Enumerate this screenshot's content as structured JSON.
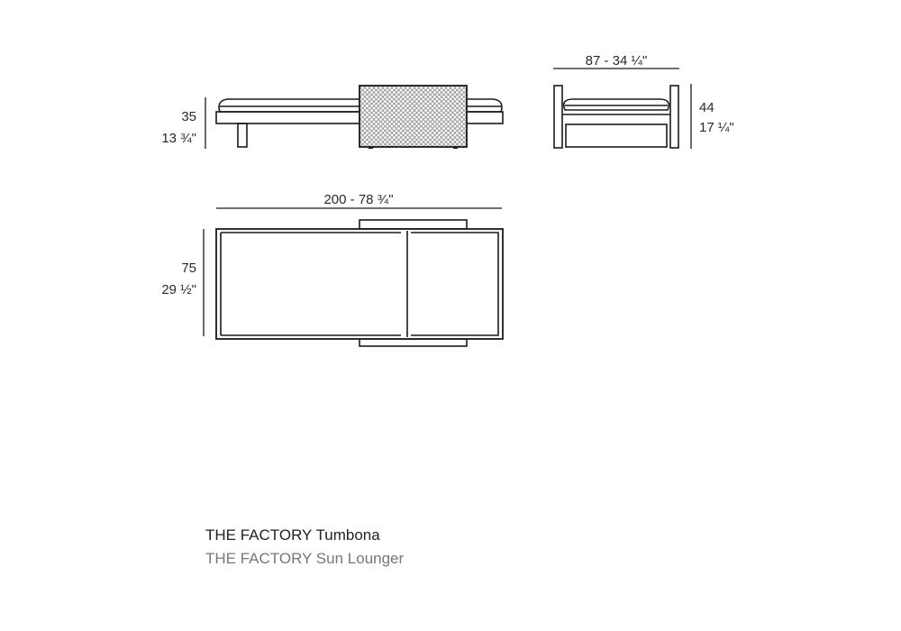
{
  "side_view": {
    "height_cm": "35",
    "height_in": "13 ¾\""
  },
  "front_view": {
    "width_cm_in": "87 - 34 ¼\"",
    "height_cm": "44",
    "height_in": "17 ¼\""
  },
  "top_view": {
    "length_cm_in": "200 - 78 ¾\"",
    "width_cm": "75",
    "width_in": "29 ½\""
  },
  "caption": {
    "title_es": "THE FACTORY Tumbona",
    "title_en": "THE FACTORY Sun Lounger"
  },
  "colors": {
    "line": "#1a1a1a",
    "caption_primary": "#222222",
    "caption_secondary": "#777777"
  }
}
